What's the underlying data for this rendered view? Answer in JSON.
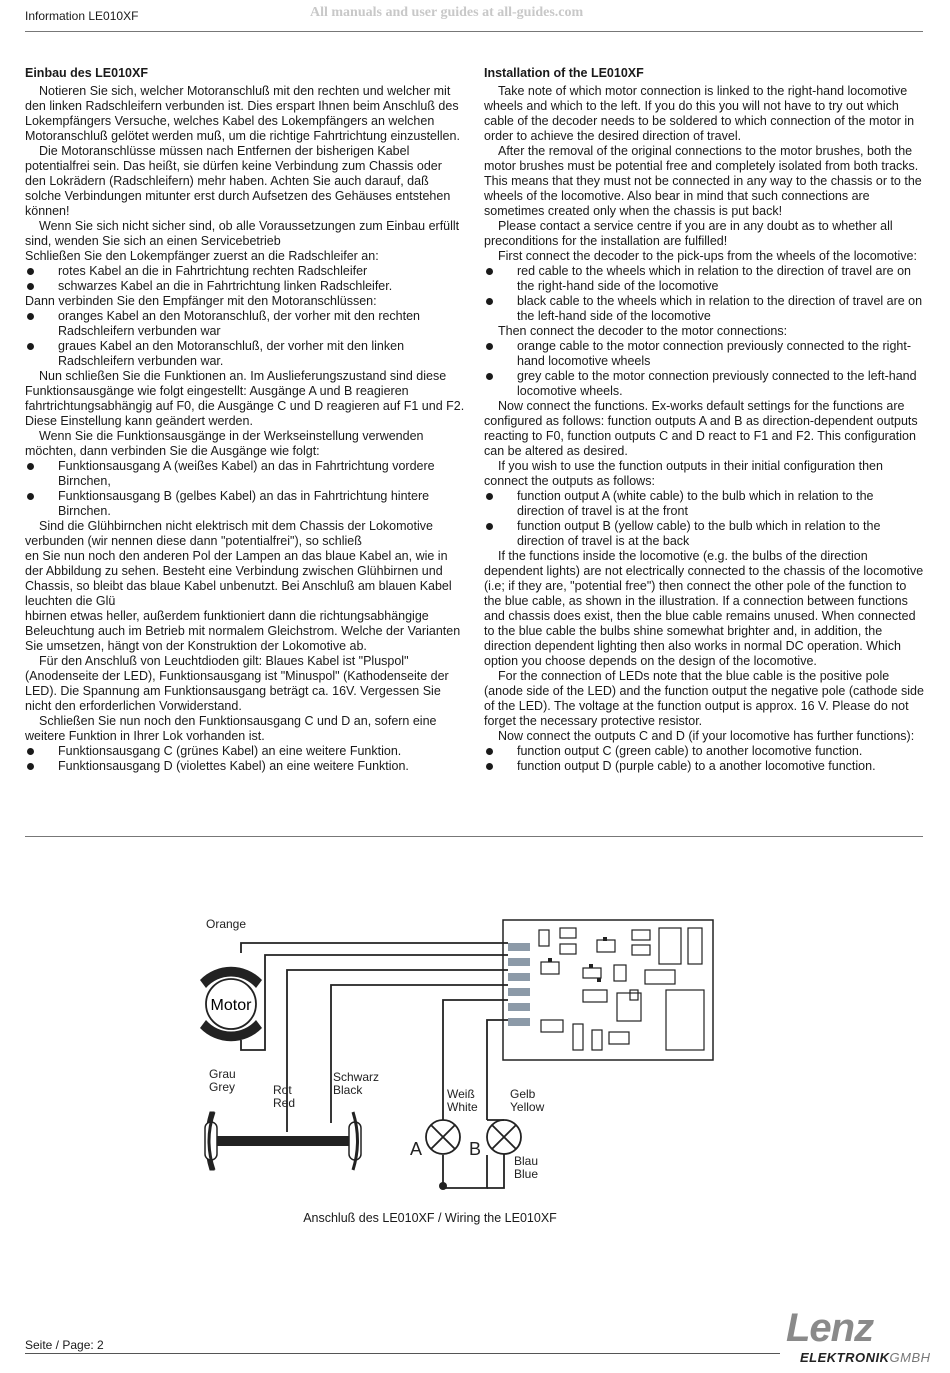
{
  "header": {
    "title": "Information LE010XF",
    "watermark": "All manuals and user guides at all-guides.com"
  },
  "german": {
    "heading": "Einbau des LE010XF",
    "blocks": [
      {
        "t": "p",
        "text": "Notieren Sie sich, welcher Motoranschluß mit den rechten und welcher mit den linken Radschleifern verbunden ist. Dies erspart Ihnen beim Anschluß des Lokempfängers Versuche, welches Kabel des Lokempfängers an welchen Motoranschluß gelötet werden muß, um die richtige Fahrtrichtung einzustellen."
      },
      {
        "t": "p",
        "text": "Die Motoranschlüsse müssen nach Entfernen der bisherigen Kabel potentialfrei sein. Das heißt, sie dürfen keine Verbindung zum Chassis oder den Lokrädern (Radschleifern) mehr haben. Achten Sie auch darauf, daß solche Verbindungen mitunter erst durch Aufsetzen des Gehäuses entstehen können!"
      },
      {
        "t": "p",
        "text": "Wenn Sie sich nicht sicher sind, ob alle Voraussetzungen zum Einbau erfüllt sind, wenden Sie sich an einen Servicebetrieb"
      },
      {
        "t": "n",
        "text": "Schließen Sie den Lokempfänger zuerst an die Radschleifer an:"
      },
      {
        "t": "b",
        "text": "rotes Kabel an die in Fahrtrichtung rechten Radschleifer"
      },
      {
        "t": "b",
        "text": "schwarzes Kabel an die in Fahrtrichtung linken Radschleifer."
      },
      {
        "t": "n",
        "text": "Dann verbinden Sie den Empfänger mit den Motoranschlüssen:"
      },
      {
        "t": "b",
        "text": "oranges Kabel an den Motoranschluß, der vorher mit den rechten Radschleifern verbunden war"
      },
      {
        "t": "b",
        "text": "graues Kabel an den Motoranschluß, der vorher mit den linken Radschleifern verbunden war."
      },
      {
        "t": "p",
        "text": "Nun schließen Sie die Funktionen an. Im Auslieferungszustand sind diese Funktionsausgänge wie folgt eingestellt: Ausgänge A und B reagieren fahrtrichtungsabhängig auf F0, die Ausgänge C und D reagieren auf F1 und F2. Diese Einstellung kann geändert werden."
      },
      {
        "t": "p",
        "text": "Wenn Sie die Funktionsausgänge in der Werkseinstellung verwenden möchten, dann verbinden Sie die Ausgänge wie folgt:"
      },
      {
        "t": "b",
        "text": "Funktionsausgang A (weißes Kabel) an das in Fahrtrichtung vordere Birnchen,"
      },
      {
        "t": "b",
        "text": "Funktionsausgang B (gelbes Kabel) an das in Fahrtrichtung hintere Birnchen."
      },
      {
        "t": "p",
        "text": "Sind die Glühbirnchen nicht elektrisch mit dem Chassis der Lokomotive verbunden (wir nennen diese dann \"potentialfrei\"), so schließ"
      },
      {
        "t": "n",
        "text": "en Sie nun noch den anderen Pol der Lampen an das blaue Kabel an, wie in der Abbildung zu sehen. Besteht eine Verbindung zwischen Glühbirnen und Chassis, so bleibt das blaue Kabel unbenutzt. Bei Anschluß am blauen Kabel leuchten die Glü"
      },
      {
        "t": "n",
        "text": "hbirnen etwas heller, außerdem funktioniert dann die richtungsabhängige Beleuchtung auch im Betrieb mit normalem Gleichstrom. Welche der Varianten Sie umsetzen, hängt von der Konstruktion der Lokomotive ab."
      },
      {
        "t": "p",
        "text": "Für den Anschluß von Leuchtdioden gilt: Blaues Kabel ist \"Pluspol\" (Anodenseite der LED), Funktionsausgang ist \"Minuspol\" (Kathodenseite der LED). Die Spannung am Funktionsausgang beträgt ca. 16V. Vergessen Sie nicht den erforderlichen Vorwiderstand."
      },
      {
        "t": "p",
        "text": "Schließen Sie nun noch den Funktionsausgang C und D an, sofern eine weitere Funktion in Ihrer Lok vorhanden ist."
      },
      {
        "t": "b",
        "text": "Funktionsausgang C (grünes Kabel) an eine weitere Funktion."
      },
      {
        "t": "b",
        "text": "Funktionsausgang D (violettes Kabel) an eine weitere Funktion."
      }
    ]
  },
  "english": {
    "heading": "Installation of the LE010XF",
    "blocks": [
      {
        "t": "p",
        "text": "Take note of which motor connection is linked to the right-hand locomotive wheels and which to the left. If you do this you will not have to try out which cable of the decoder needs to be soldered to which connection of the motor in order to achieve  the desired direction of travel."
      },
      {
        "t": "p",
        "text": "After the removal of the original connections to the motor brushes, both the motor brushes must be potential free and completely isolated from both tracks. This means that they must not be connected in any way to the chassis or to the wheels of the locomotive. Also bear in mind that such connections are sometimes created only when the chassis is put back!"
      },
      {
        "t": "p",
        "text": "Please contact a service centre if you are in any doubt as to whether all preconditions for the installation are fulfilled!"
      },
      {
        "t": "p",
        "text": "First connect the decoder to the pick-ups from the wheels of the locomotive:"
      },
      {
        "t": "b",
        "text": "red cable to the wheels which in relation to the direction of travel are on the right-hand side of the locomotive"
      },
      {
        "t": "b",
        "text": "black cable to the wheels which in relation to the direction of travel are on the left-hand side of the locomotive"
      },
      {
        "t": "p",
        "text": "Then connect the decoder to the motor connections:"
      },
      {
        "t": "b",
        "text": "orange cable to the motor connection previously connected to the right-hand  locomotive wheels"
      },
      {
        "t": "b",
        "text": "grey cable to the motor connection  previously connected to the left-hand  locomotive wheels."
      },
      {
        "t": "p",
        "text": "Now connect the functions. Ex-works default settings for the functions are configured as follows: function outputs A and  B as direction-dependent outputs reacting to F0, function outputs C and D react to F1 and  F2. This configuration can be altered as desired."
      },
      {
        "t": "p",
        "text": "If you wish to use the function outputs in their initial configuration then connect the outputs as follows:"
      },
      {
        "t": "b",
        "text": "function output A (white cable) to the bulb which in relation to the direction of travel is at the front"
      },
      {
        "t": "b",
        "text": "function output B (yellow cable) to the bulb which in relation to the direction of travel is at the back"
      },
      {
        "t": "p",
        "text": "If the functions inside the locomotive (e.g. the bulbs of the direction dependent lights) are  not electrically connected to the chassis of the locomotive (i.e; if they are, \"potential free\") then connect the other pole of the function to the blue  cable, as shown in the illustration. If a connection between functions and chassis does exist, then the blue cable remains unused. When connected to the blue cable the bulbs shine somewhat brighter and, in addition, the  direction dependent lighting then also works in normal DC operation. Which option you choose depends on the  design of the locomotive."
      },
      {
        "t": "p",
        "text": "For the connection of LEDs note that the  blue cable is the positive pole (anode side of the LED) and the function output the negative pole (cathode side of the  LED). The voltage at the function output is approx. 16 V. Please do not forget the necessary protective resistor."
      },
      {
        "t": "p",
        "text": "Now connect the outputs C and D (if your locomotive has further functions):"
      },
      {
        "t": "b",
        "text": "function output C (green  cable) to another locomotive function."
      },
      {
        "t": "b",
        "text": "function output D (purple cable) to a another locomotive function."
      }
    ]
  },
  "diagram": {
    "orange": "Orange",
    "motor": "Motor",
    "grau": "Grau",
    "grey": "Grey",
    "rot": "Rot",
    "red": "Red",
    "schwarz": "Schwarz",
    "black": "Black",
    "weiss": "Weiß",
    "white": "White",
    "gelb": "Gelb",
    "yellow": "Yellow",
    "a": "A",
    "b": "B",
    "blau": "Blau",
    "blue": "Blue",
    "caption": "Anschluß des LE010XF / Wiring the LE010XF"
  },
  "footer": {
    "page": "Seite / Page: 2",
    "logo": "Lenz",
    "logo_sub": "ELEKTRONIK",
    "logo_sub2": "GMBH"
  }
}
